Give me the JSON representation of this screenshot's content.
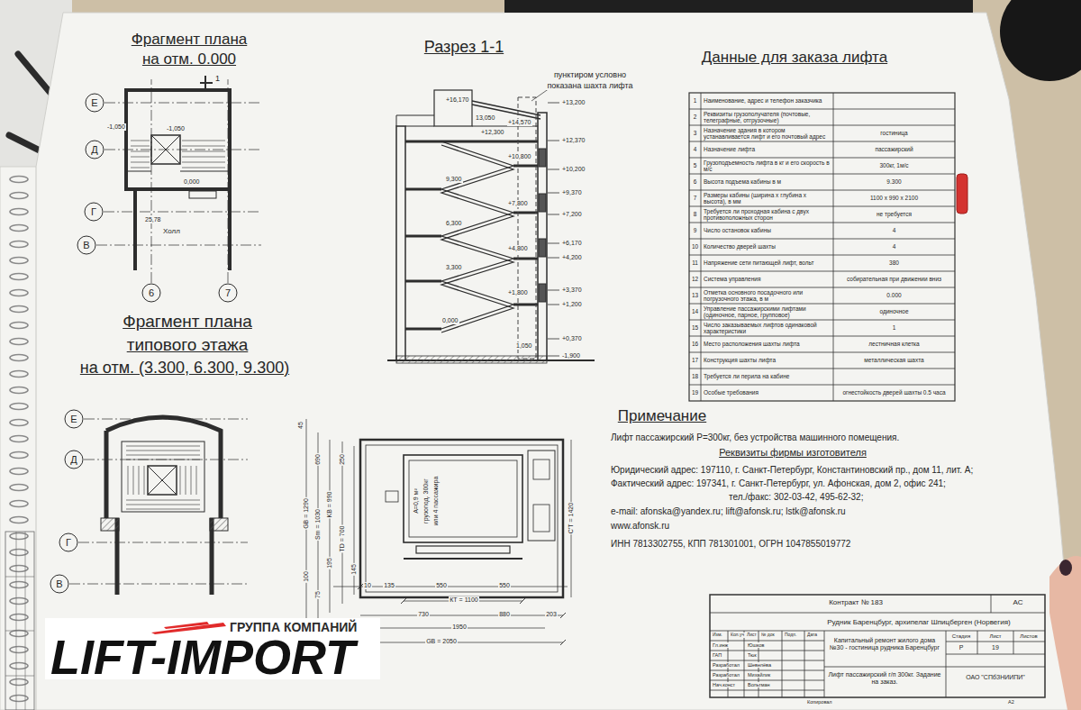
{
  "diagram": {
    "nodes": [
      {
        "text": [
          "Е"
        ]
      },
      {
        "text": [
          "Д"
        ]
      },
      {
        "text": [
          "Г"
        ]
      },
      {
        "text": [
          "В"
        ]
      },
      {
        "text": [
          "6"
        ]
      },
      {
        "text": [
          "7"
        ]
      },
      {
        "text": [
          "Е"
        ]
      },
      {
        "text": [
          "Д"
        ]
      },
      {
        "text": [
          "Г"
        ]
      },
      {
        "text": [
          "В"
        ]
      },
      {
        "text": [
          "ГРУППА КОМПАНИЙ",
          "LIFT-IMPORT"
        ]
      }
    ],
    "labels": [
      "Фрагмент плана",
      "на отм. 0.000",
      "1",
      "-1,050",
      "-1,050",
      "0,000",
      "25,78",
      "Холл",
      "Фрагмент плана",
      "типового этажа",
      "на отм. (3.300, 6.300, 9.300)",
      "Разрез 1-1",
      "пунктиром условно",
      "показана шахта лифта",
      "+16,170",
      "13,050",
      "+14,570",
      "+12,300",
      "+10,800",
      "9,300",
      "+7,800",
      "6,300",
      "+4,800",
      "3,300",
      "+1,800",
      "0,000",
      "1,050",
      "+13,200",
      "+12,370",
      "+10,200",
      "+9,370",
      "+7,200",
      "+6,170",
      "+4,200",
      "+3,370",
      "+1,200",
      "+0,370",
      "-1,900",
      "Данные для заказа лифта",
      "1",
      "Наименование, адрес и телефон заказчика",
      "2",
      "Реквизиты грузополучателя (почтовые, телеграфные, отгрузочные)",
      "3",
      "Назначение здания в котором устанавливается лифт и его почтовый адрес",
      "гостиница",
      "4",
      "Назначение лифта",
      "пассажирский",
      "5",
      "Грузоподъемность лифта в кг и его скорость в м/с",
      "300кг, 1м/с",
      "6",
      "Высота подъема кабины в м",
      "9.300",
      "7",
      "Размеры кабины (ширина х глубина х высота), в мм",
      "1100 х 990 х 2100",
      "8",
      "Требуется ли проходная кабина с двух противоположных сторон",
      "не требуется",
      "9",
      "Число остановок кабины",
      "4",
      "10",
      "Количество дверей шахты",
      "4",
      "11",
      "Напряжение сети питающей лифт, вольт",
      "380",
      "12",
      "Система управления",
      "собирательная при движении вниз",
      "13",
      "Отметка основного посадочного или погрузочного этажа, в м",
      "0.000",
      "14",
      "Управление пассажирскими лифтами (одиночное, парное, групповое)",
      "одиночное",
      "15",
      "Число заказываемых лифтов одинаковой характеристики",
      "1",
      "16",
      "Место расположения шахты лифта",
      "лестничная клетка",
      "17",
      "Конструкция шахты лифта",
      "металлическая шахта",
      "18",
      "Требуется ли перила на кабине",
      "19",
      "Особые требования",
      "огнестойкость дверей шахты 0.5 часа",
      "Примечание",
      "Лифт пассажирский Р=300кг, без устройства машинного помещения.",
      "Реквизиты фирмы изготовителя",
      "Юридический адрес: 197110, г. Санкт-Петербург, Константиновский пр., дом 11, лит. А;",
      "Фактический адрес: 197341, г. Санкт-Петербург, ул. Афонская, дом 2, офис 241;",
      "тел./факс: 302-03-42, 495-62-32;",
      "e-mail: afonska@yandex.ru; lift@afonsk.ru; lstk@afonsk.ru",
      "www.afonsk.ru",
      "ИНН 7813302755, КПП 781301001, ОГРН 1047855019772",
      "A=0,9 м²",
      "грузопод. 300кг",
      "или 4 пассажира",
      "45",
      "690",
      "250",
      "GB = 1290",
      "Sm = 1030",
      "KB = 990",
      "TD = 700",
      "195",
      "145",
      "100",
      "75",
      "С'Т = 1420",
      "10",
      "135",
      "550",
      "550",
      "КТ = 1100",
      "730",
      "880",
      "203",
      "1950",
      "GB = 2050",
      "Контракт № 183",
      "АС",
      "Рудник Баренцбург, архипелаг Шпицберген (Норвегия)",
      "Изм.",
      "Кол.уч",
      "Лист",
      "№ док",
      "Подп.",
      "Дата",
      "Гл.инж",
      "Юшков",
      "ГАП",
      "Тюк",
      "Разработал",
      "Шевелёва",
      "Разработал",
      "Михайлик",
      "Нач.конст",
      "Вольтман",
      "Капитальный ремонт жилого дома №30 - гостиница рудника Баренцбург",
      "Стадия",
      "Лист",
      "Листов",
      "Р",
      "19",
      "Лифт пассажирский г/п 300кг. Задание на заказ.",
      "ОАО \"СПбЗНИИПИ\"",
      "Копировал",
      "А2"
    ]
  }
}
